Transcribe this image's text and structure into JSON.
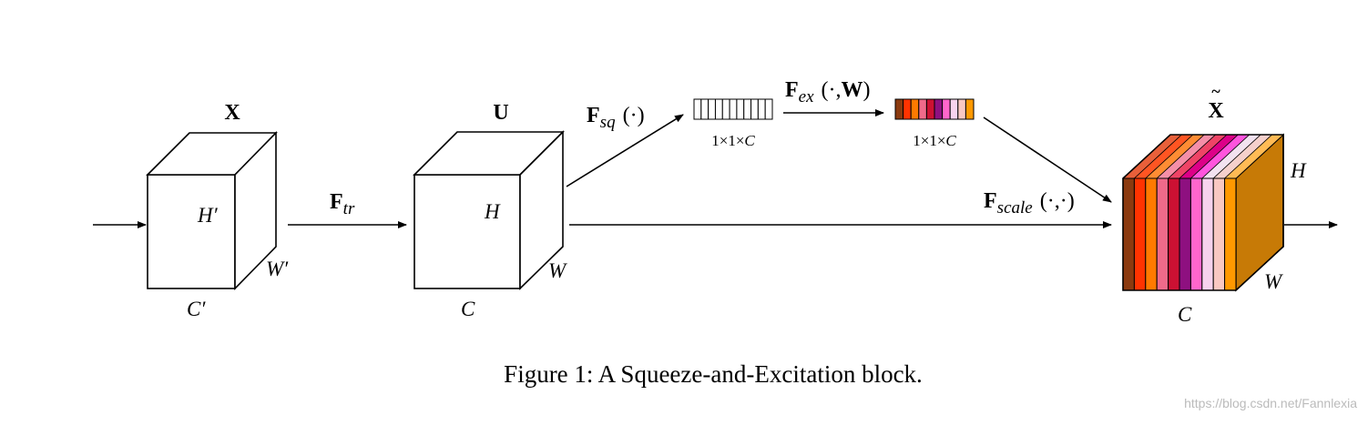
{
  "tensors": {
    "x": {
      "symbol": "X",
      "height": "H",
      "width": "W",
      "channels": "C",
      "prime": "′"
    },
    "u": {
      "symbol": "U",
      "height": "H",
      "width": "W",
      "channels": "C"
    },
    "x_tilde": {
      "symbol": "X",
      "accent": "~",
      "height": "H",
      "width": "W",
      "channels": "C"
    }
  },
  "operations": {
    "transform": {
      "name": "F",
      "sub": "tr"
    },
    "squeeze": {
      "name": "F",
      "sub": "sq",
      "args": "(·)"
    },
    "excite": {
      "name": "F",
      "sub": "ex",
      "args_open": "(·,",
      "args_bold": "W",
      "args_close": ")"
    },
    "scale": {
      "name": "F",
      "sub": "scale",
      "args": "(·,·)"
    }
  },
  "vectors": {
    "squeezed": {
      "label": "1×1×",
      "var": "C",
      "colors": [
        "#ffffff",
        "#ffffff",
        "#ffffff",
        "#ffffff",
        "#ffffff",
        "#ffffff",
        "#ffffff",
        "#ffffff",
        "#ffffff",
        "#ffffff",
        "#ffffff"
      ]
    },
    "excited": {
      "label": "1×1×",
      "var": "C",
      "colors": [
        "#8b3a0f",
        "#ff3300",
        "#ff7a00",
        "#f06a8a",
        "#cc1133",
        "#8e1080",
        "#ff66cc",
        "#f7d3ee",
        "#f9c8c2",
        "#ff9900"
      ]
    }
  },
  "output_stripe_colors": [
    "#8b3a0f",
    "#ff3300",
    "#ff7a00",
    "#f06a8a",
    "#cc1133",
    "#8e1080",
    "#ff66cc",
    "#f7d3ee",
    "#f9c8c2",
    "#ff9900"
  ],
  "output_top_colors": [
    "#e8603a",
    "#ff5522",
    "#ff8c33",
    "#f58fa8",
    "#ee4466",
    "#dd0088",
    "#ff55dd",
    "#f2e2f0",
    "#f5d0cc",
    "#ffbb55"
  ],
  "output_side_color": "#c77a06",
  "caption": "Figure 1: A Squeeze-and-Excitation block.",
  "watermark": "https://blog.csdn.net/Fannlexia"
}
